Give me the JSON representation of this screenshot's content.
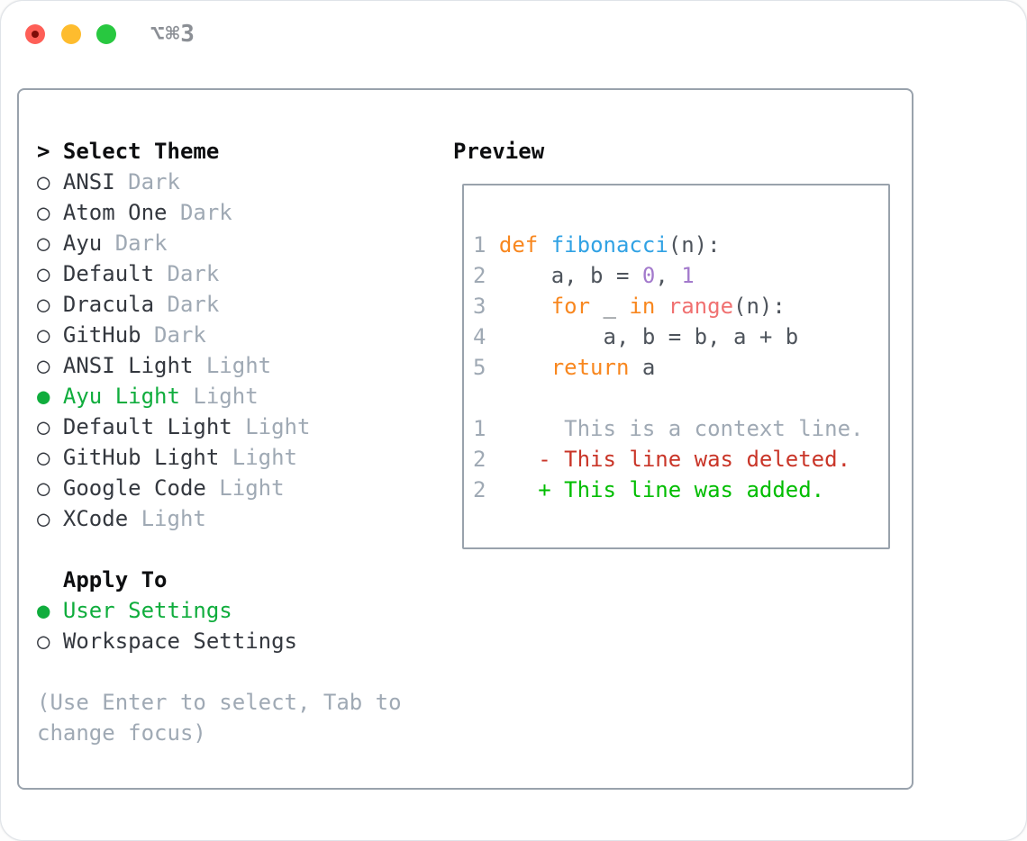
{
  "window": {
    "title": "⌥⌘3",
    "traffic_lights": [
      "close",
      "minimize",
      "zoom"
    ]
  },
  "colors": {
    "accent_green": "#10ad3d",
    "diff_added_green": "#00bd00",
    "diff_deleted_red": "#c93528",
    "keyword_orange": "#f8871f",
    "function_blue": "#31a2e4",
    "number_purple": "#a37acc",
    "builtin_coral": "#f07171",
    "code_text": "#4e545c",
    "muted_gray": "#9fa9b4",
    "list_text": "#34383f",
    "header_text": "#0d0e10",
    "panel_border": "#99a2ac",
    "titlebar_text": "#8b8f95",
    "traffic_red": "#fe5f57",
    "traffic_yellow": "#febc2e",
    "traffic_green": "#28c840"
  },
  "left": {
    "header_prefix": ">",
    "header": "Select Theme",
    "radio_unselected_icon": "○",
    "radio_selected_icon": "●",
    "themes": [
      {
        "name": "ANSI",
        "tag": "Dark",
        "selected": false
      },
      {
        "name": "Atom One",
        "tag": "Dark",
        "selected": false
      },
      {
        "name": "Ayu",
        "tag": "Dark",
        "selected": false
      },
      {
        "name": "Default",
        "tag": "Dark",
        "selected": false
      },
      {
        "name": "Dracula",
        "tag": "Dark",
        "selected": false
      },
      {
        "name": "GitHub",
        "tag": "Dark",
        "selected": false
      },
      {
        "name": "ANSI Light",
        "tag": "Light",
        "selected": false
      },
      {
        "name": "Ayu Light",
        "tag": "Light",
        "selected": true
      },
      {
        "name": "Default Light",
        "tag": "Light",
        "selected": false
      },
      {
        "name": "GitHub Light",
        "tag": "Light",
        "selected": false
      },
      {
        "name": "Google Code",
        "tag": "Light",
        "selected": false
      },
      {
        "name": "XCode",
        "tag": "Light",
        "selected": false
      }
    ],
    "apply_header": "Apply To",
    "targets": [
      {
        "name": "User Settings",
        "selected": true
      },
      {
        "name": "Workspace Settings",
        "selected": false
      }
    ],
    "help_lines": [
      "(Use Enter to select, Tab to",
      "change focus)"
    ]
  },
  "preview": {
    "header": "Preview",
    "code_lines": [
      {
        "segments": [
          {
            "t": "1 ",
            "s": "ln"
          },
          {
            "t": "def",
            "s": "kw"
          },
          {
            "t": " ",
            "s": "pl"
          },
          {
            "t": "fibonacci",
            "s": "fn"
          },
          {
            "t": "(n):",
            "s": "pl"
          }
        ]
      },
      {
        "segments": [
          {
            "t": "2 ",
            "s": "ln"
          },
          {
            "t": "    a, b = ",
            "s": "pl"
          },
          {
            "t": "0",
            "s": "num"
          },
          {
            "t": ", ",
            "s": "pl"
          },
          {
            "t": "1",
            "s": "num"
          }
        ]
      },
      {
        "segments": [
          {
            "t": "3 ",
            "s": "ln"
          },
          {
            "t": "    ",
            "s": "pl"
          },
          {
            "t": "for",
            "s": "kw"
          },
          {
            "t": " _ ",
            "s": "pl"
          },
          {
            "t": "in",
            "s": "kw"
          },
          {
            "t": " ",
            "s": "pl"
          },
          {
            "t": "range",
            "s": "call"
          },
          {
            "t": "(n):",
            "s": "pl"
          }
        ]
      },
      {
        "segments": [
          {
            "t": "4 ",
            "s": "ln"
          },
          {
            "t": "        a, b = b, a + b",
            "s": "pl"
          }
        ]
      },
      {
        "segments": [
          {
            "t": "5 ",
            "s": "ln"
          },
          {
            "t": "    ",
            "s": "pl"
          },
          {
            "t": "return",
            "s": "kw"
          },
          {
            "t": " a",
            "s": "pl"
          }
        ]
      },
      {
        "segments": []
      },
      {
        "segments": [
          {
            "t": "1",
            "s": "ln"
          },
          {
            "t": "      This is a context line.",
            "s": "ctx"
          }
        ]
      },
      {
        "segments": [
          {
            "t": "2",
            "s": "ln"
          },
          {
            "t": "    ",
            "s": "pl"
          },
          {
            "t": "- This line was deleted.",
            "s": "del"
          }
        ]
      },
      {
        "segments": [
          {
            "t": "2",
            "s": "ln"
          },
          {
            "t": "    ",
            "s": "pl"
          },
          {
            "t": "+ This line was added.",
            "s": "add"
          }
        ]
      }
    ]
  }
}
